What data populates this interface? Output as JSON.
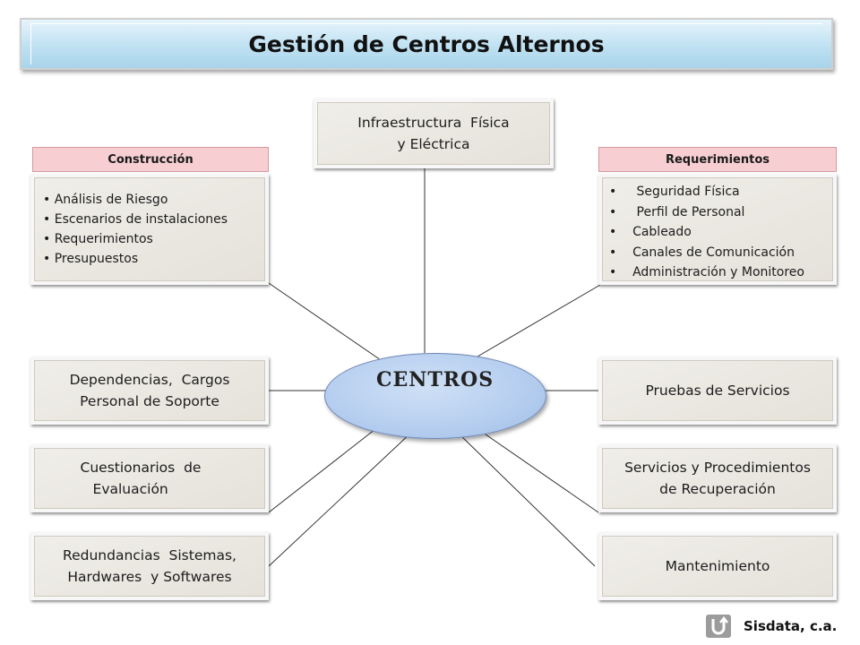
{
  "title": "Gestión de Centros Alternos",
  "center_label": "CENTROS",
  "construccion": {
    "header": "Construcción",
    "items": [
      "Análisis de Riesgo",
      "Escenarios de instalaciones",
      "Requerimientos",
      "Presupuestos"
    ]
  },
  "requerimientos": {
    "header": "Requerimientos",
    "items": [
      "Seguridad Física",
      "Perfil de Personal",
      "Cableado",
      "Canales de Comunicación",
      "Administración y Monitoreo"
    ]
  },
  "infraestructura": [
    "Infraestructura  Física",
    "y Eléctrica"
  ],
  "dependencias": [
    "Dependencias,  Cargos",
    "Personal de Soporte"
  ],
  "cuestionarios": [
    "Cuestionarios  de",
    "Evaluación"
  ],
  "redundancias": [
    "Redundancias  Sistemas,",
    "Hardwares  y Softwares"
  ],
  "pruebas": "Pruebas de Servicios",
  "servicios": [
    "Servicios y Procedimientos",
    "de Recuperación"
  ],
  "mantenimiento": "Mantenimiento",
  "brand": "Sisdata, c.a."
}
